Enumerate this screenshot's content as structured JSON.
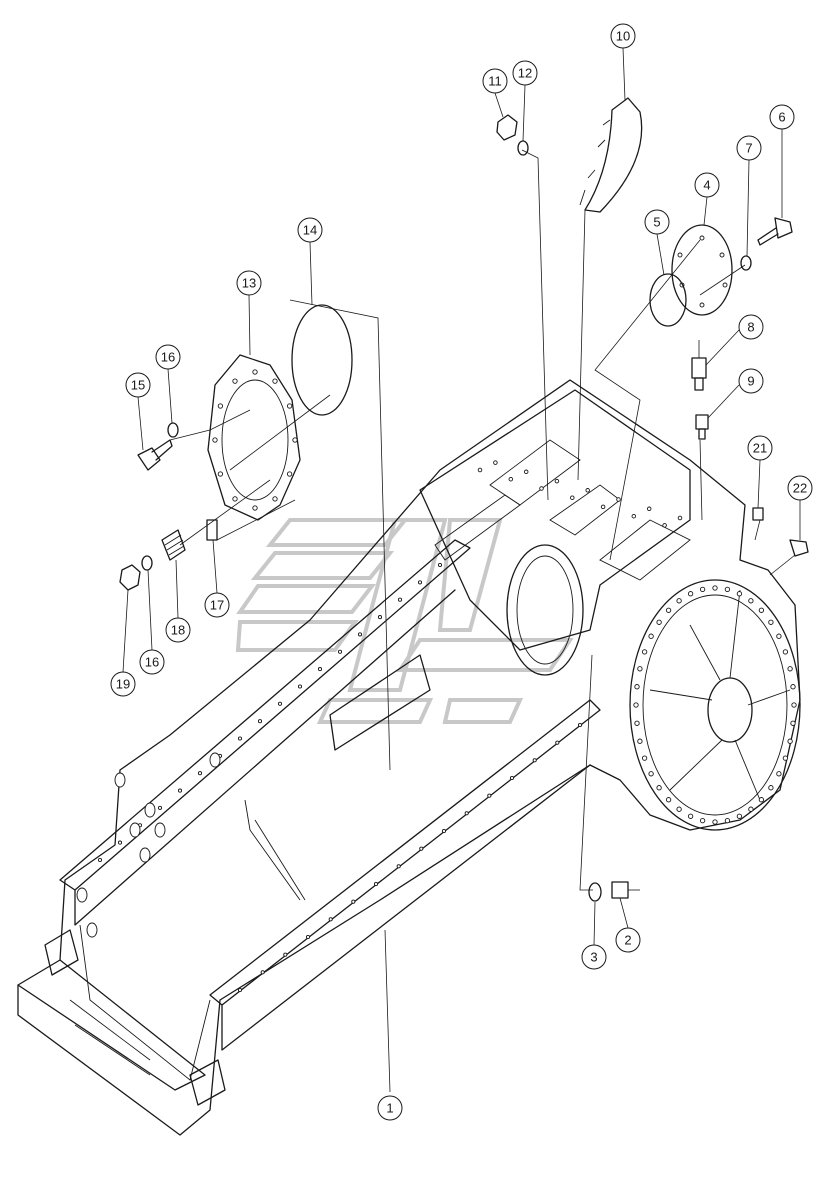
{
  "callouts": [
    {
      "id": "c1",
      "label": "1"
    },
    {
      "id": "c2",
      "label": "2"
    },
    {
      "id": "c3",
      "label": "3"
    },
    {
      "id": "c4",
      "label": "4"
    },
    {
      "id": "c5",
      "label": "5"
    },
    {
      "id": "c6",
      "label": "6"
    },
    {
      "id": "c7",
      "label": "7"
    },
    {
      "id": "c8",
      "label": "8"
    },
    {
      "id": "c9",
      "label": "9"
    },
    {
      "id": "c10",
      "label": "10"
    },
    {
      "id": "c11",
      "label": "11"
    },
    {
      "id": "c12",
      "label": "12"
    },
    {
      "id": "c13",
      "label": "13"
    },
    {
      "id": "c14",
      "label": "14"
    },
    {
      "id": "c15",
      "label": "15"
    },
    {
      "id": "c16a",
      "label": "16"
    },
    {
      "id": "c16b",
      "label": "16"
    },
    {
      "id": "c17",
      "label": "17"
    },
    {
      "id": "c18",
      "label": "18"
    },
    {
      "id": "c19",
      "label": "19"
    },
    {
      "id": "c21",
      "label": "21"
    },
    {
      "id": "c22",
      "label": "22"
    }
  ]
}
